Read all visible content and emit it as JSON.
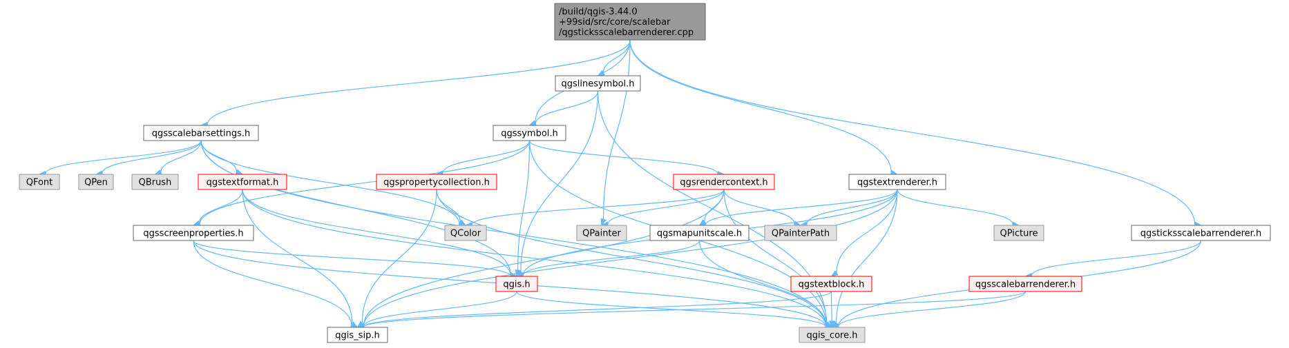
{
  "colors": {
    "edge": "#63b8ff",
    "root_fill": "#999999",
    "normal_fill": "#ffffff",
    "normal_border": "#666666",
    "red_border": "#ff0000",
    "red_fill": "#fff0f0",
    "gray_fill": "#e0e0e0",
    "gray_border": "#999999"
  },
  "nodes": [
    {
      "id": "root",
      "lines": [
        "/build/qgis-3.44.0",
        "+99sid/src/core/scalebar",
        "/qgsticksscalebarrenderer.cpp"
      ],
      "style": "root"
    },
    {
      "id": "qgslinesymbol",
      "lines": [
        "qgslinesymbol.h"
      ],
      "style": "normal"
    },
    {
      "id": "qgsscalebarsettings",
      "lines": [
        "qgsscalebarsettings.h"
      ],
      "style": "normal"
    },
    {
      "id": "qgssymbol",
      "lines": [
        "qgssymbol.h"
      ],
      "style": "normal"
    },
    {
      "id": "qfont",
      "lines": [
        "QFont"
      ],
      "style": "gray"
    },
    {
      "id": "qpen",
      "lines": [
        "QPen"
      ],
      "style": "gray"
    },
    {
      "id": "qbrush",
      "lines": [
        "QBrush"
      ],
      "style": "gray"
    },
    {
      "id": "qgstextformat",
      "lines": [
        "qgstextformat.h"
      ],
      "style": "red"
    },
    {
      "id": "qgspropertycollection",
      "lines": [
        "qgspropertycollection.h"
      ],
      "style": "red"
    },
    {
      "id": "qgsrendercontext",
      "lines": [
        "qgsrendercontext.h"
      ],
      "style": "red"
    },
    {
      "id": "qgstextrenderer",
      "lines": [
        "qgstextrenderer.h"
      ],
      "style": "normal"
    },
    {
      "id": "qgsscreenproperties",
      "lines": [
        "qgsscreenproperties.h"
      ],
      "style": "normal"
    },
    {
      "id": "qcolor",
      "lines": [
        "QColor"
      ],
      "style": "gray"
    },
    {
      "id": "qpainter",
      "lines": [
        "QPainter"
      ],
      "style": "gray"
    },
    {
      "id": "qgsmapunitscale",
      "lines": [
        "qgsmapunitscale.h"
      ],
      "style": "normal"
    },
    {
      "id": "qpainterpath",
      "lines": [
        "QPainterPath"
      ],
      "style": "gray"
    },
    {
      "id": "qpicture",
      "lines": [
        "QPicture"
      ],
      "style": "gray"
    },
    {
      "id": "qgsticksscalebarrenderer",
      "lines": [
        "qgsticksscalebarrenderer.h"
      ],
      "style": "normal"
    },
    {
      "id": "qgis",
      "lines": [
        "qgis.h"
      ],
      "style": "red"
    },
    {
      "id": "qgstextblock",
      "lines": [
        "qgstextblock.h"
      ],
      "style": "red"
    },
    {
      "id": "qgsscalebarrenderer",
      "lines": [
        "qgsscalebarrenderer.h"
      ],
      "style": "red"
    },
    {
      "id": "qgis_sip",
      "lines": [
        "qgis_sip.h"
      ],
      "style": "normal"
    },
    {
      "id": "qgis_core",
      "lines": [
        "qgis_core.h"
      ],
      "style": "gray"
    }
  ],
  "edges": [
    [
      "root",
      "qgslinesymbol"
    ],
    [
      "root",
      "qgsscalebarsettings"
    ],
    [
      "root",
      "qgssymbol"
    ],
    [
      "root",
      "qpainter"
    ],
    [
      "root",
      "qgstextrenderer"
    ],
    [
      "root",
      "qgsticksscalebarrenderer"
    ],
    [
      "qgslinesymbol",
      "qgssymbol"
    ],
    [
      "qgslinesymbol",
      "qgis"
    ],
    [
      "qgslinesymbol",
      "qgis_core"
    ],
    [
      "qgsscalebarsettings",
      "qfont"
    ],
    [
      "qgsscalebarsettings",
      "qpen"
    ],
    [
      "qgsscalebarsettings",
      "qbrush"
    ],
    [
      "qgsscalebarsettings",
      "qgstextformat"
    ],
    [
      "qgsscalebarsettings",
      "qcolor"
    ],
    [
      "qgsscalebarsettings",
      "qgis"
    ],
    [
      "qgsscalebarsettings",
      "qgis_core"
    ],
    [
      "qgssymbol",
      "qgspropertycollection"
    ],
    [
      "qgssymbol",
      "qgsrendercontext"
    ],
    [
      "qgssymbol",
      "qgsscreenproperties"
    ],
    [
      "qgssymbol",
      "qgis"
    ],
    [
      "qgssymbol",
      "qgis_core"
    ],
    [
      "qgstextformat",
      "qgsscreenproperties"
    ],
    [
      "qgstextformat",
      "qgis"
    ],
    [
      "qgstextformat",
      "qgis_core"
    ],
    [
      "qgstextformat",
      "qgis_sip"
    ],
    [
      "qgspropertycollection",
      "qcolor"
    ],
    [
      "qgspropertycollection",
      "qgis_core"
    ],
    [
      "qgspropertycollection",
      "qgis_sip"
    ],
    [
      "qgsrendercontext",
      "qcolor"
    ],
    [
      "qgsrendercontext",
      "qpainter"
    ],
    [
      "qgsrendercontext",
      "qgsmapunitscale"
    ],
    [
      "qgsrendercontext",
      "qpainterpath"
    ],
    [
      "qgsrendercontext",
      "qgis_core"
    ],
    [
      "qgsrendercontext",
      "qgis_sip"
    ],
    [
      "qgstextrenderer",
      "qgsmapunitscale"
    ],
    [
      "qgstextrenderer",
      "qpainterpath"
    ],
    [
      "qgstextrenderer",
      "qpicture"
    ],
    [
      "qgstextrenderer",
      "qgis"
    ],
    [
      "qgstextrenderer",
      "qgstextblock"
    ],
    [
      "qgstextrenderer",
      "qgis_core"
    ],
    [
      "qgstextrenderer",
      "qgis_sip"
    ],
    [
      "qgsscreenproperties",
      "qgis"
    ],
    [
      "qgsscreenproperties",
      "qgis_sip"
    ],
    [
      "qgsscreenproperties",
      "qgis_core"
    ],
    [
      "qgsmapunitscale",
      "qgis"
    ],
    [
      "qgsmapunitscale",
      "qgis_core"
    ],
    [
      "qgsticksscalebarrenderer",
      "qgsscalebarrenderer"
    ],
    [
      "qgsticksscalebarrenderer",
      "qgis_core"
    ],
    [
      "qgis",
      "qgis_sip"
    ],
    [
      "qgis",
      "qgis_core"
    ],
    [
      "qgstextblock",
      "qgis_core"
    ],
    [
      "qgstextblock",
      "qgis_sip"
    ],
    [
      "qgsscalebarrenderer",
      "qgis_core"
    ],
    [
      "qgsscalebarrenderer",
      "qgis_sip"
    ]
  ]
}
